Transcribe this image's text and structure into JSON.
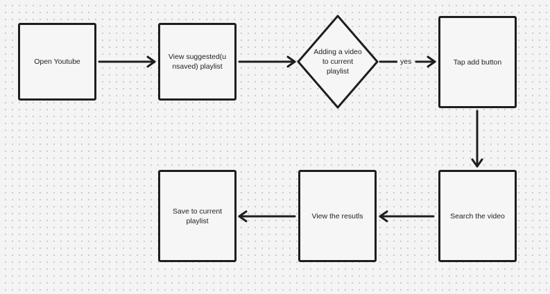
{
  "nodes": {
    "open_youtube": "Open Youtube",
    "view_suggested": "View suggested(unsaved) playlist",
    "decision": "Adding a video to current playlist",
    "tap_add": "Tap add button",
    "search_video": "Search the video",
    "view_results": "View the resutls",
    "save_playlist": "Save to current playlist"
  },
  "edges": {
    "decision_yes": "yes"
  },
  "colors": {
    "stroke": "#1e1e1e",
    "canvas": "#f4f4f4",
    "node_fill": "#f6f6f6",
    "grid_dot": "#c9c9c9"
  }
}
